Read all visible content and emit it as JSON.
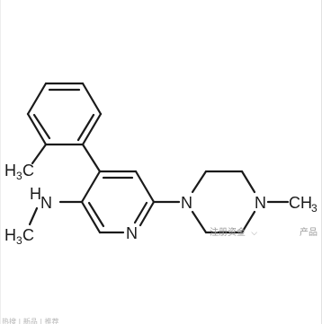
{
  "molecule": {
    "labels": {
      "ring_nitrogen": "N",
      "piperazine_n1": "N",
      "piperazine_n4": "N",
      "n_methyl": "CH",
      "n_methyl_sub": "3",
      "methylamine_n": "N",
      "methylamine_h": "H",
      "methylamine_ch3": "H",
      "methylamine_ch3_sub": "3",
      "methylamine_c": "C",
      "tolyl_ch3": "H",
      "tolyl_ch3_sub": "3",
      "tolyl_c": "C"
    }
  },
  "watermarks": {
    "middle": "注册资金",
    "chevron": "⌵",
    "right": "产品",
    "bottom": "热搜 | 新品 | 推荐"
  },
  "colors": {
    "bond": "#1a1a1a",
    "watermark": "#9a9a9a"
  }
}
